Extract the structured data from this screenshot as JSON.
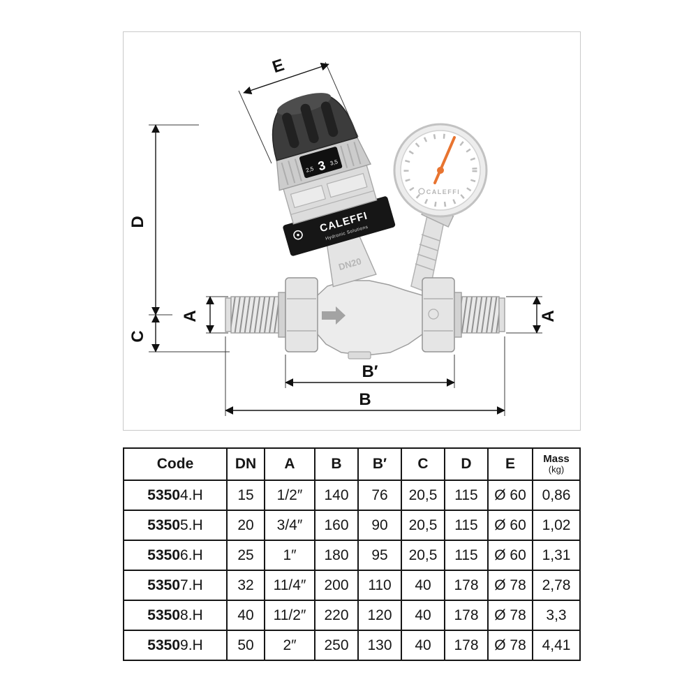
{
  "diagram": {
    "dim_labels": {
      "e": "E",
      "d": "D",
      "c": "C",
      "a_left": "A",
      "a_right": "A",
      "b_prime": "B′",
      "b": "B"
    },
    "valve": {
      "brand": "CALEFFI",
      "brand_sub": "Hydronic Solutions",
      "dn_label": "DN20",
      "knob_min": "2,5",
      "knob_value": "3",
      "knob_max": "3,5",
      "gauge_brand": "CALEFFI"
    }
  },
  "table": {
    "headers": {
      "code": "Code",
      "dn": "DN",
      "a": "A",
      "b": "B",
      "b_prime": "B′",
      "c": "C",
      "d": "D",
      "e": "E",
      "mass_line1": "Mass",
      "mass_line2": "(kg)"
    },
    "rows": [
      {
        "code_bold": "5350",
        "code_suffix": "4.H",
        "dn": "15",
        "a": "1/2″",
        "b": "140",
        "b_prime": "76",
        "c": "20,5",
        "d": "115",
        "e": "Ø 60",
        "mass": "0,86"
      },
      {
        "code_bold": "5350",
        "code_suffix": "5.H",
        "dn": "20",
        "a": "3/4″",
        "b": "160",
        "b_prime": "90",
        "c": "20,5",
        "d": "115",
        "e": "Ø 60",
        "mass": "1,02"
      },
      {
        "code_bold": "5350",
        "code_suffix": "6.H",
        "dn": "25",
        "a": "1″",
        "b": "180",
        "b_prime": "95",
        "c": "20,5",
        "d": "115",
        "e": "Ø 60",
        "mass": "1,31"
      },
      {
        "code_bold": "5350",
        "code_suffix": "7.H",
        "dn": "32",
        "a": "11/4″",
        "b": "200",
        "b_prime": "110",
        "c": "40",
        "d": "178",
        "e": "Ø 78",
        "mass": "2,78"
      },
      {
        "code_bold": "5350",
        "code_suffix": "8.H",
        "dn": "40",
        "a": "11/2″",
        "b": "220",
        "b_prime": "120",
        "c": "40",
        "d": "178",
        "e": "Ø 78",
        "mass": "3,3"
      },
      {
        "code_bold": "5350",
        "code_suffix": "9.H",
        "dn": "50",
        "a": "2″",
        "b": "250",
        "b_prime": "130",
        "c": "40",
        "d": "178",
        "e": "Ø 78",
        "mass": "4,41"
      }
    ]
  }
}
